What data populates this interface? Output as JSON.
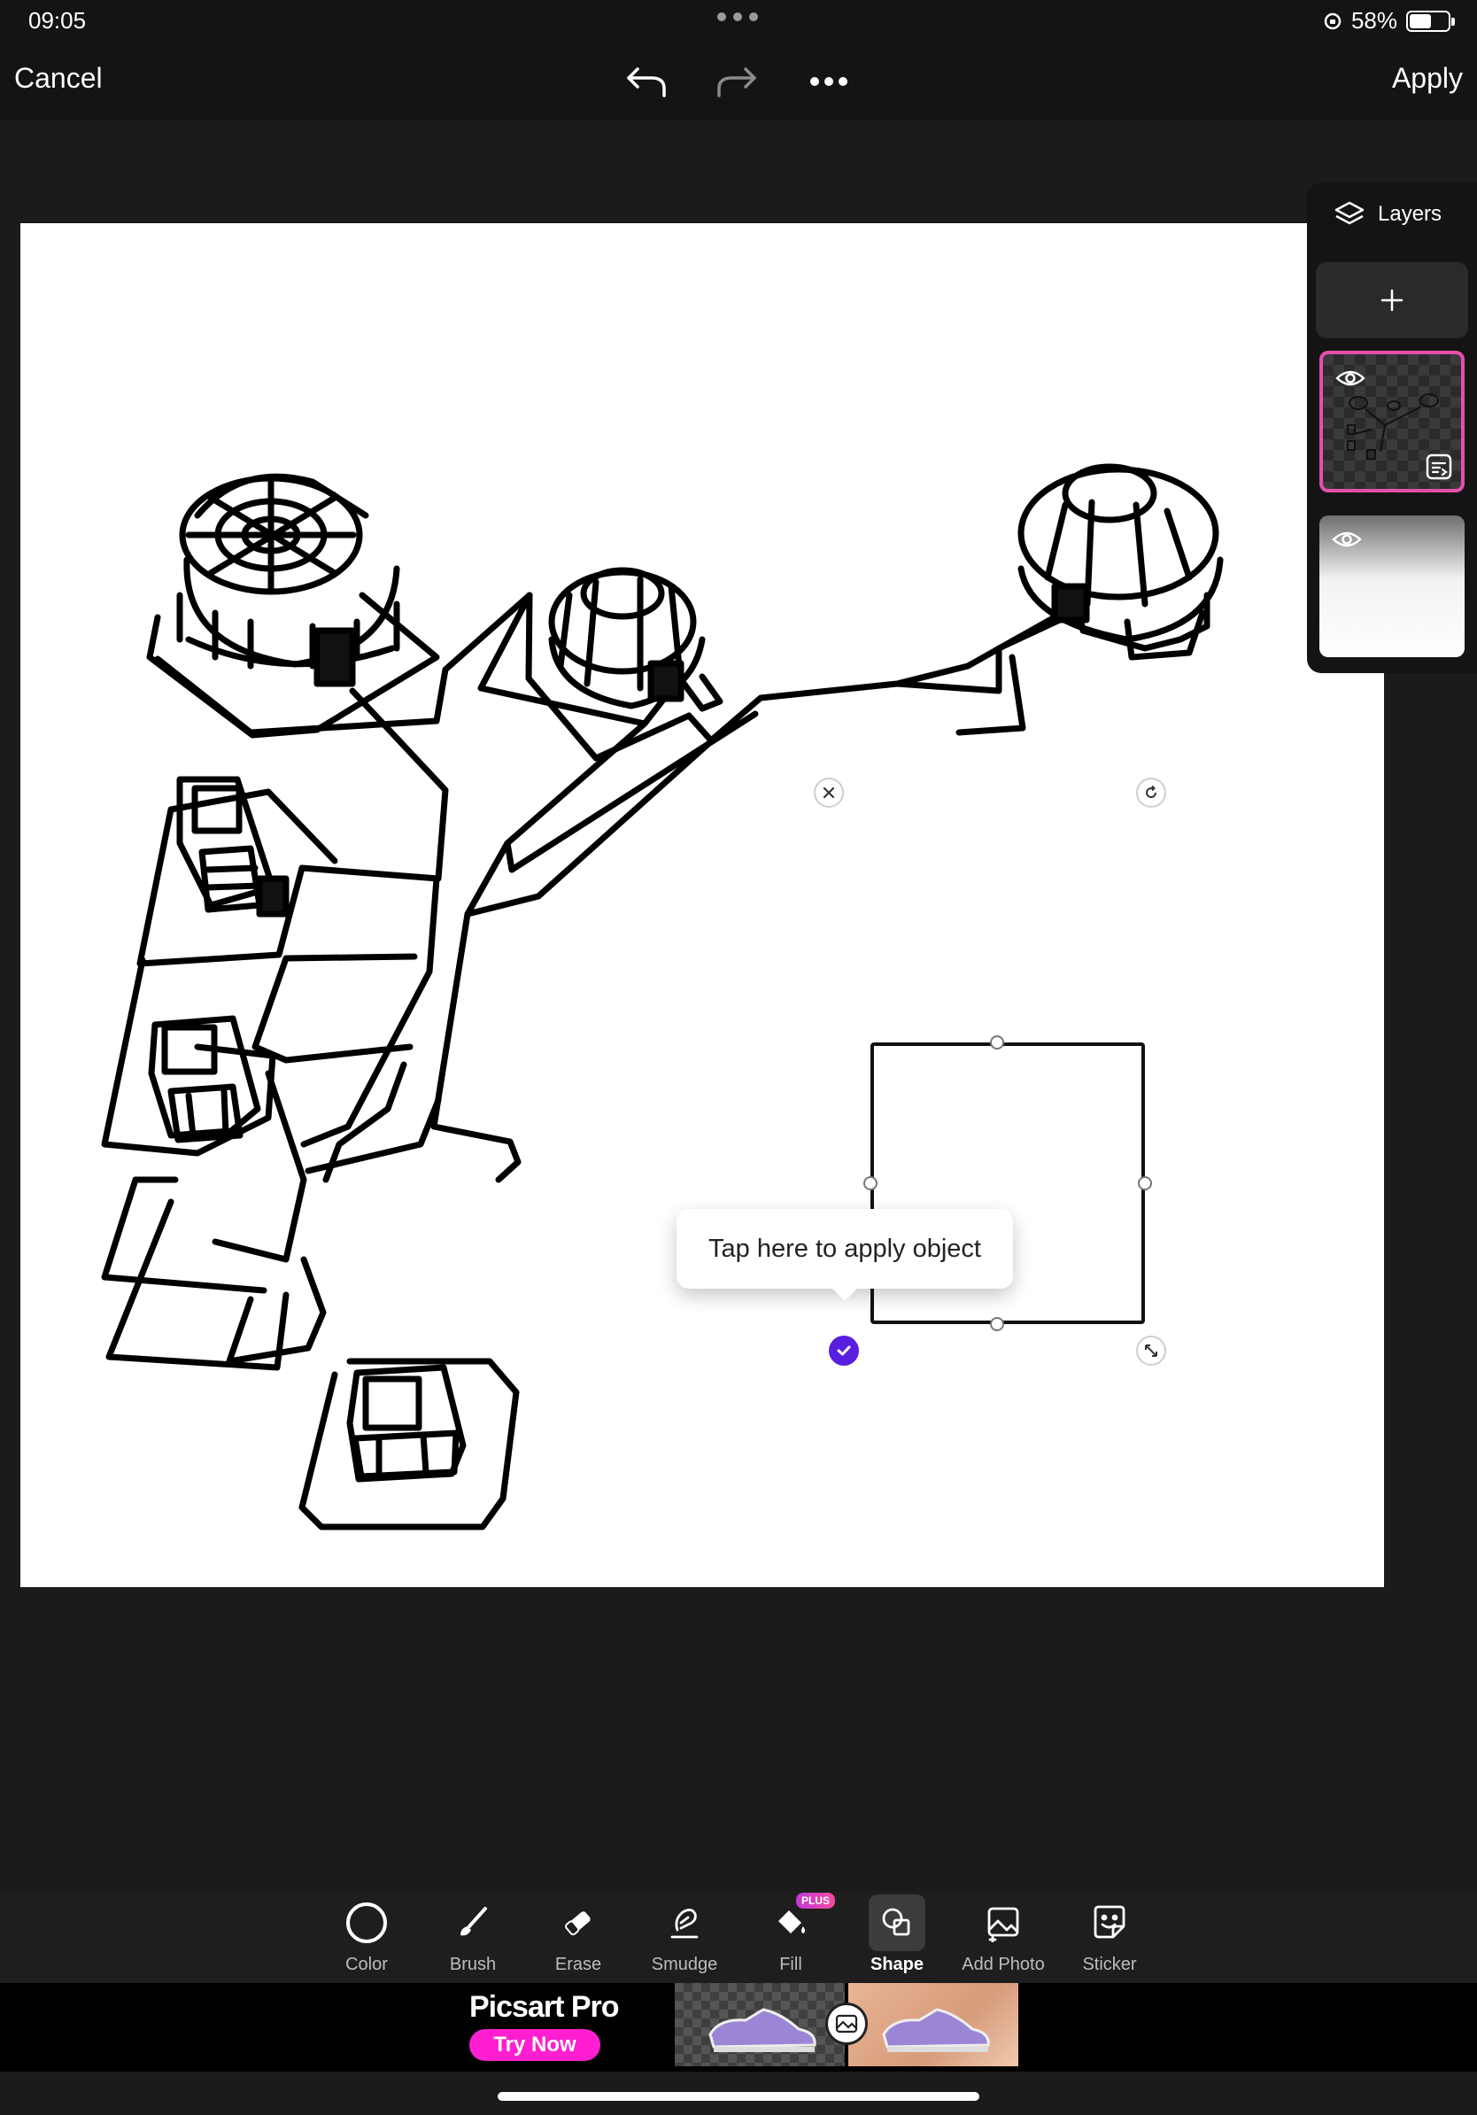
{
  "status_bar": {
    "time": "09:05",
    "battery_text": "58%",
    "battery_level": 0.58
  },
  "toolbar": {
    "cancel_label": "Cancel",
    "apply_label": "Apply",
    "undo_icon": "undo-icon",
    "redo_icon": "redo-icon",
    "more_icon": "more-icon"
  },
  "canvas": {
    "tooltip_text": "Tap here to apply object"
  },
  "layers": {
    "title": "Layers",
    "add_icon": "plus-icon",
    "items": [
      {
        "name": "drawing-layer",
        "selected": true,
        "visible": true
      },
      {
        "name": "background-layer",
        "selected": false,
        "visible": true
      }
    ]
  },
  "tools": [
    {
      "label": "Color",
      "icon": "color-circle-icon",
      "active": false
    },
    {
      "label": "Brush",
      "icon": "brush-icon",
      "active": false
    },
    {
      "label": "Erase",
      "icon": "eraser-icon",
      "active": false
    },
    {
      "label": "Smudge",
      "icon": "smudge-icon",
      "active": false
    },
    {
      "label": "Fill",
      "icon": "fill-bucket-icon",
      "active": false,
      "badge": "PLUS"
    },
    {
      "label": "Shape",
      "icon": "shape-icon",
      "active": true
    },
    {
      "label": "Add Photo",
      "icon": "add-photo-icon",
      "active": false
    },
    {
      "label": "Sticker",
      "icon": "sticker-icon",
      "active": false
    }
  ],
  "ad": {
    "title": "Picsart Pro",
    "cta": "Try Now"
  },
  "colors": {
    "accent": "#5a1ee0",
    "layer_selected": "#e54ea9",
    "ad_cta": "#ff1fd0",
    "background": "#1b1b1b"
  }
}
